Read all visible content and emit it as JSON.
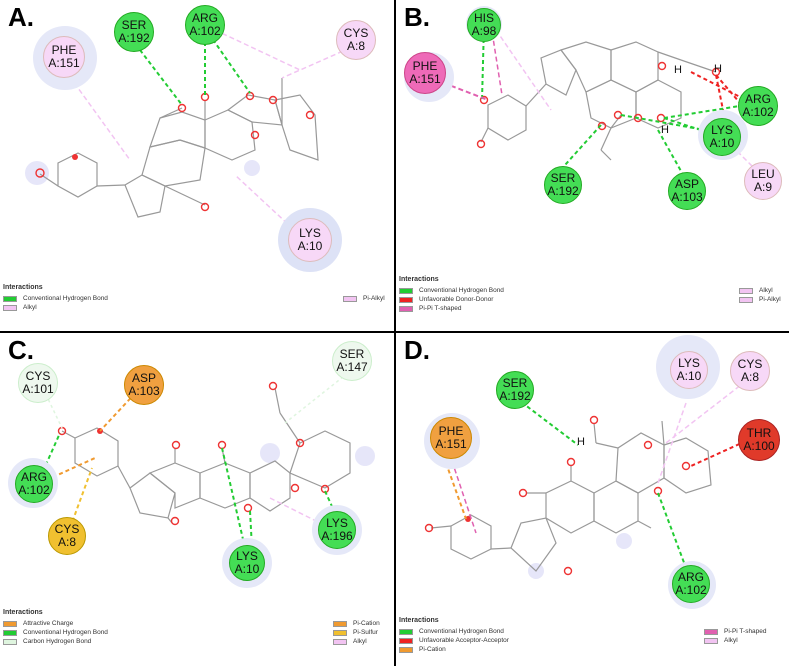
{
  "colors": {
    "conventional_hbond": "#22cc33",
    "alkyl": "#f2c4f2",
    "pi_alkyl": "#f2c4f2",
    "unfavorable_donor": "#ee2222",
    "pi_pi_t": "#e060b0",
    "attractive_charge": "#f09a30",
    "carbon_hbond": "#dff5df",
    "pi_cation": "#f09a30",
    "pi_sulfur": "#f0c030",
    "unfavorable_acceptor": "#ee2222"
  },
  "panels": [
    {
      "label": "A.",
      "residues": [
        {
          "name": "SER",
          "id": "A:192",
          "type": "hbond"
        },
        {
          "name": "ARG",
          "id": "A:102",
          "type": "hbond"
        },
        {
          "name": "CYS",
          "id": "A:8",
          "type": "alkyl"
        },
        {
          "name": "PHE",
          "id": "A:151",
          "type": "alkyl"
        },
        {
          "name": "LYS",
          "id": "A:10",
          "type": "alkyl"
        }
      ],
      "legend_title": "Interactions",
      "legend_left": [
        "Conventional Hydrogen Bond",
        "Alkyl"
      ],
      "legend_right": [
        "Pi-Alkyl"
      ]
    },
    {
      "label": "B.",
      "residues": [
        {
          "name": "HIS",
          "id": "A:98",
          "type": "hbond"
        },
        {
          "name": "PHE",
          "id": "A:151",
          "type": "pipi"
        },
        {
          "name": "ARG",
          "id": "A:102",
          "type": "hbond"
        },
        {
          "name": "LYS",
          "id": "A:10",
          "type": "hbond"
        },
        {
          "name": "SER",
          "id": "A:192",
          "type": "hbond"
        },
        {
          "name": "ASP",
          "id": "A:103",
          "type": "hbond"
        },
        {
          "name": "LEU",
          "id": "A:9",
          "type": "alkyl"
        }
      ],
      "atoms": {
        "h": "H"
      },
      "legend_title": "Interactions",
      "legend_left": [
        "Conventional Hydrogen Bond",
        "Unfavorable Donor-Donor",
        "Pi-Pi T-shaped"
      ],
      "legend_right": [
        "Alkyl",
        "Pi-Alkyl"
      ]
    },
    {
      "label": "C.",
      "residues": [
        {
          "name": "CYS",
          "id": "A:101",
          "type": "carbon"
        },
        {
          "name": "ASP",
          "id": "A:103",
          "type": "charge"
        },
        {
          "name": "SER",
          "id": "A:147",
          "type": "carbon"
        },
        {
          "name": "ARG",
          "id": "A:102",
          "type": "hbond"
        },
        {
          "name": "CYS",
          "id": "A:8",
          "type": "sulfur"
        },
        {
          "name": "LYS",
          "id": "A:10",
          "type": "hbond"
        },
        {
          "name": "LYS",
          "id": "A:196",
          "type": "hbond"
        }
      ],
      "legend_title": "Interactions",
      "legend_left": [
        "Attractive Charge",
        "Conventional Hydrogen Bond",
        "Carbon Hydrogen Bond"
      ],
      "legend_right": [
        "Pi-Cation",
        "Pi-Sulfur",
        "Alkyl"
      ]
    },
    {
      "label": "D.",
      "residues": [
        {
          "name": "SER",
          "id": "A:192",
          "type": "hbond"
        },
        {
          "name": "LYS",
          "id": "A:10",
          "type": "alkyl"
        },
        {
          "name": "CYS",
          "id": "A:8",
          "type": "alkyl"
        },
        {
          "name": "PHE",
          "id": "A:151",
          "type": "charge"
        },
        {
          "name": "THR",
          "id": "A:100",
          "type": "unfav"
        },
        {
          "name": "ARG",
          "id": "A:102",
          "type": "hbond"
        }
      ],
      "atoms": {
        "h": "H"
      },
      "legend_title": "Interactions",
      "legend_left": [
        "Conventional Hydrogen Bond",
        "Unfavorable Acceptor-Acceptor",
        "Pi-Cation"
      ],
      "legend_right": [
        "Pi-Pi T-shaped",
        "Alkyl"
      ]
    }
  ]
}
